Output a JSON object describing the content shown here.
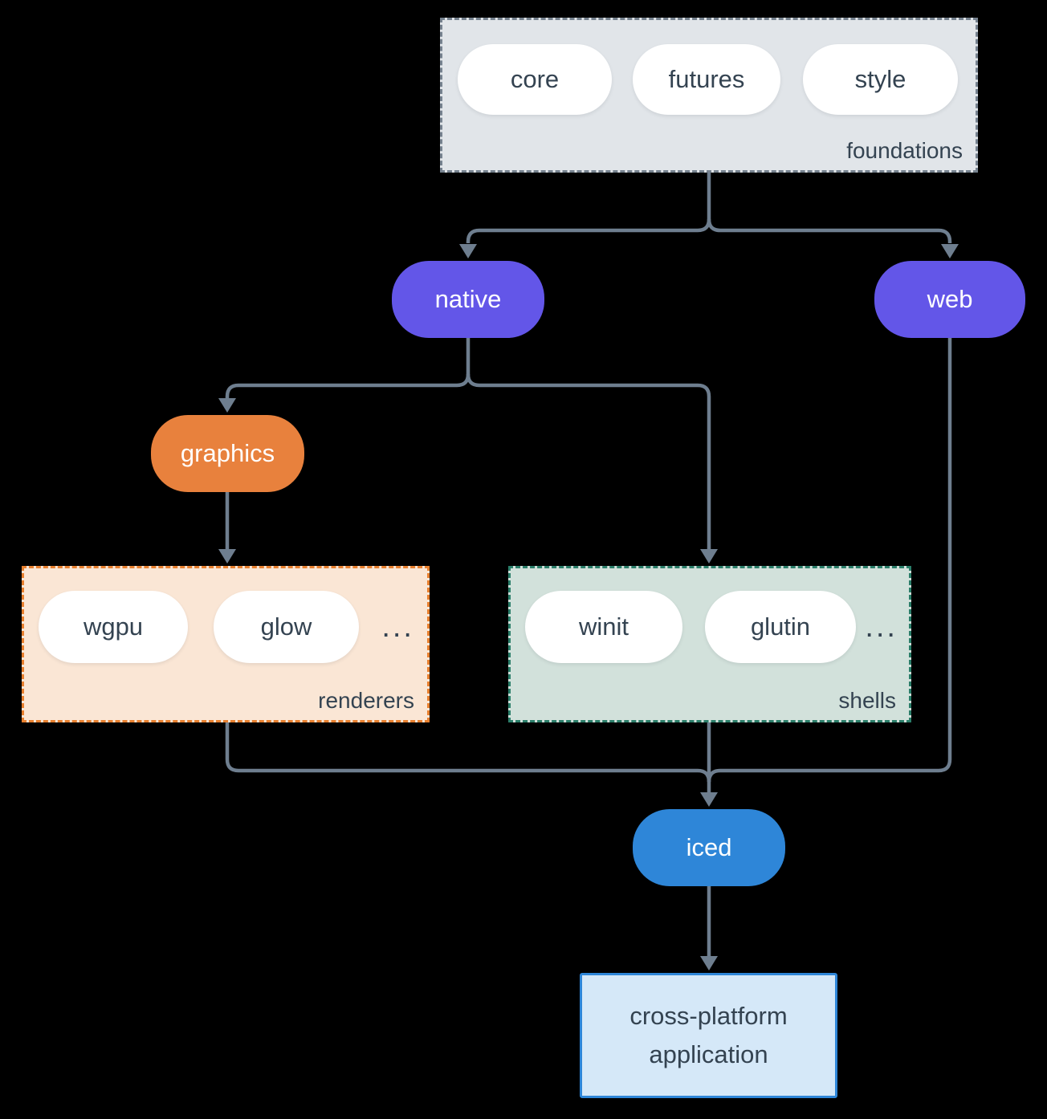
{
  "colors": {
    "background": "#000000",
    "connector": "#6e7e8f",
    "text_dark": "#344351",
    "node_text": "#ffffff",
    "purple": "#6356e8",
    "orange": "#e8813d",
    "blue": "#2e86d8",
    "foundations_fill": "#e1e5e9",
    "foundations_border": "#76828f",
    "renderers_fill": "#fae6d5",
    "renderers_border": "#e8802f",
    "shells_fill": "#d2e1db",
    "shells_border": "#2b7e6a",
    "app_fill": "#d5e8f8",
    "app_border": "#2e86d8"
  },
  "diagram": {
    "foundations": {
      "label": "foundations",
      "pills": [
        {
          "label": "core"
        },
        {
          "label": "futures"
        },
        {
          "label": "style"
        }
      ]
    },
    "native": {
      "label": "native"
    },
    "web": {
      "label": "web"
    },
    "graphics": {
      "label": "graphics"
    },
    "renderers": {
      "label": "renderers",
      "pills": [
        {
          "label": "wgpu"
        },
        {
          "label": "glow"
        }
      ],
      "ellipsis": "..."
    },
    "shells": {
      "label": "shells",
      "pills": [
        {
          "label": "winit"
        },
        {
          "label": "glutin"
        }
      ],
      "ellipsis": "..."
    },
    "iced": {
      "label": "iced"
    },
    "application": {
      "line1": "cross-platform",
      "line2": "application"
    }
  }
}
